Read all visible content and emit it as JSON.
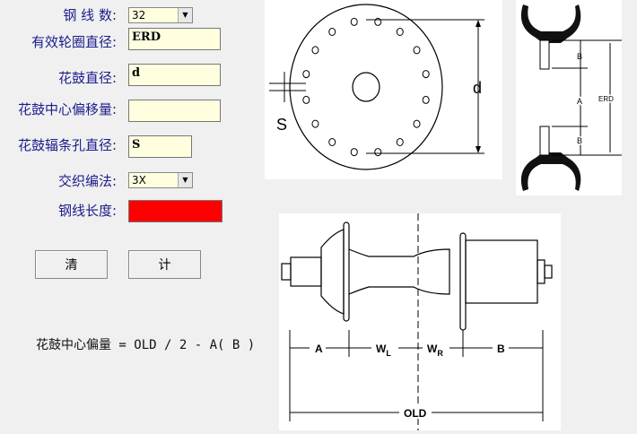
{
  "form": {
    "spoke_count_label": "钢 线 数:",
    "spoke_count_value": "32",
    "erd_label": "有效轮圈直径:",
    "erd_value": "ERD",
    "hub_diameter_label": "花鼓直径:",
    "hub_diameter_value": "d",
    "hub_offset_label": "花鼓中心偏移量:",
    "hub_offset_value": "",
    "spoke_hole_label": "花鼓辐条孔直径:",
    "spoke_hole_value": "S",
    "lacing_label": "交织编法:",
    "lacing_value": "3X",
    "spoke_length_label": "钢线长度:",
    "spoke_length_value": "",
    "result_color": "#ff0000"
  },
  "buttons": {
    "clear": "清",
    "calc": "计"
  },
  "formula": "花鼓中心偏量 = OLD / 2 - A( B )",
  "diagrams": {
    "flange": {
      "d": "d",
      "s": "S"
    },
    "rim": {
      "b": "B",
      "a": "A",
      "erd": "ERD"
    },
    "hub": {
      "a": "A",
      "wl": "W",
      "wl_sub": "L",
      "wr": "W",
      "wr_sub": "R",
      "b": "B",
      "old": "OLD"
    }
  }
}
